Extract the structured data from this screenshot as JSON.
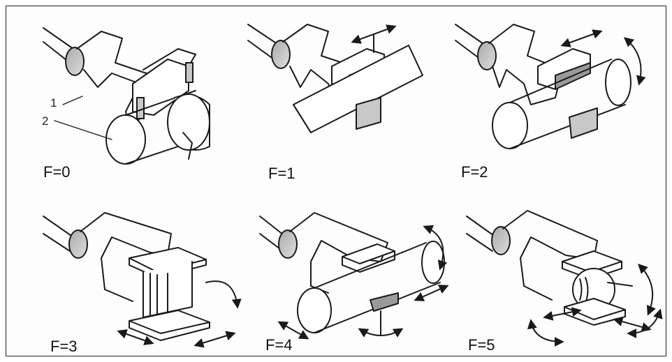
{
  "panels": [
    {
      "label": "F=0",
      "part_labels": [
        "1",
        "2"
      ]
    },
    {
      "label": "F=1"
    },
    {
      "label": "F=2"
    },
    {
      "label": "F=3"
    },
    {
      "label": "F=4"
    },
    {
      "label": "F=5"
    }
  ],
  "colors": {
    "line": "#1a1a1a",
    "shade": "#c8c8c8",
    "dark_shade": "#9a9a9a",
    "paper": "#fdfdfd"
  }
}
